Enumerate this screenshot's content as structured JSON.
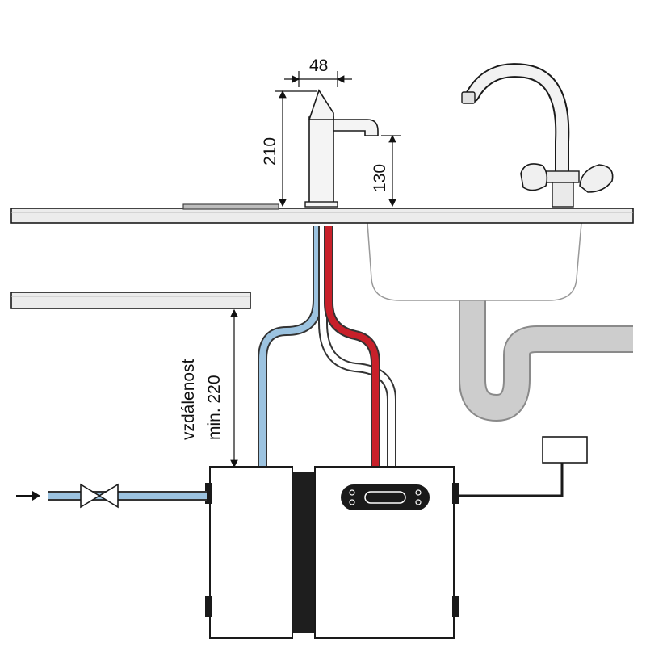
{
  "dimensions": {
    "faucet_width": "48",
    "faucet_height": "210",
    "spout_height": "130"
  },
  "labels": {
    "distance_word": "vzdálenost",
    "distance_value": "min. 220"
  },
  "colors": {
    "cold_pipe": "#9cc3e0",
    "hot_pipe": "#c8202a",
    "countertop": "#e9e9e9",
    "drain": "#c8c8c8",
    "outline": "#1a1a1a"
  },
  "icons": [
    "shutoff-valve-icon",
    "flow-arrow-icon",
    "mixer-tap-icon",
    "drain-trap-icon",
    "control-panel-icon"
  ]
}
